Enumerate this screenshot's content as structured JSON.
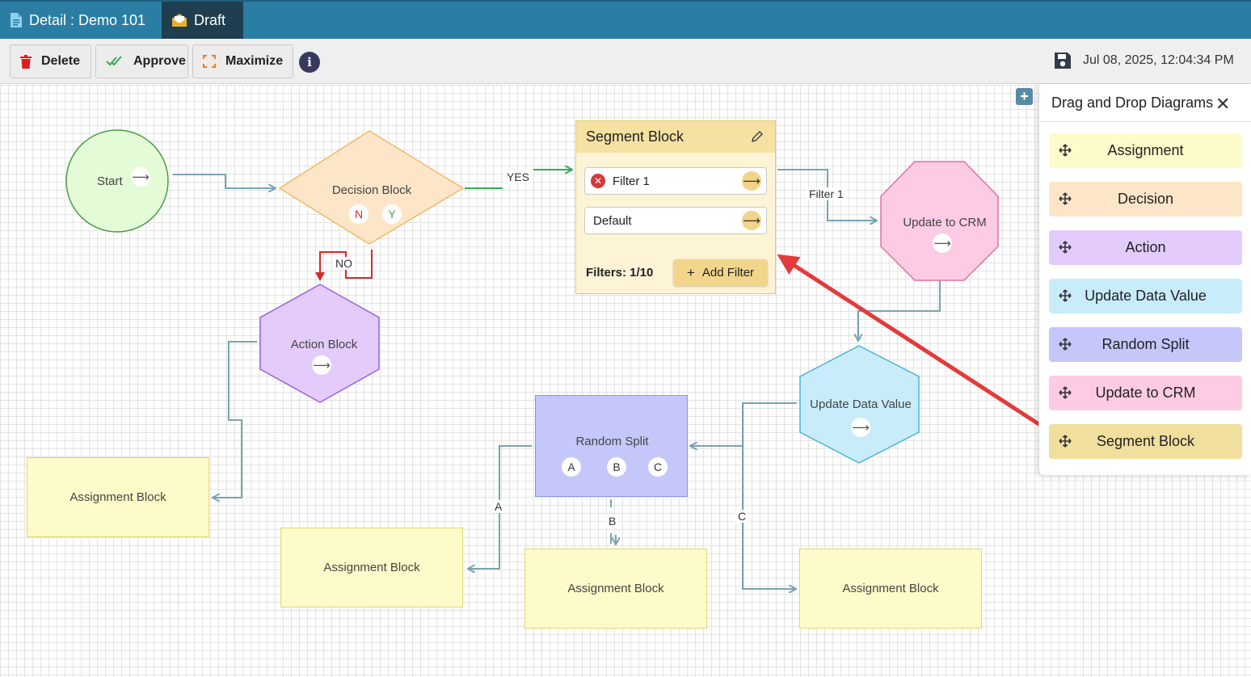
{
  "tabs": {
    "detail": "Detail : Demo 101",
    "draft": "Draft"
  },
  "toolbar": {
    "delete_label": "Delete",
    "approve_label": "Approve",
    "maximize_label": "Maximize",
    "info_label": "i",
    "timestamp": "Jul 08, 2025, 12:04:34 PM"
  },
  "diagram": {
    "start": {
      "label": "Start",
      "arrow": "⟶"
    },
    "decision": {
      "label": "Decision Block",
      "port_no": "N",
      "port_yes": "Y"
    },
    "action": {
      "label": "Action Block",
      "arrow": "⟶"
    },
    "update_crm": {
      "label": "Update to CRM",
      "arrow": "⟶"
    },
    "update_data": {
      "label": "Update Data Value",
      "arrow": "⟶"
    },
    "random_split": {
      "label": "Random Split",
      "ports": [
        "A",
        "B",
        "C"
      ]
    },
    "assignments": [
      "Assignment Block",
      "Assignment Block",
      "Assignment Block",
      "Assignment Block"
    ],
    "edge_labels": {
      "yes": "YES",
      "no": "NO",
      "filter1": "Filter 1",
      "a": "A",
      "b": "B",
      "c": "C"
    },
    "segment": {
      "title": "Segment Block",
      "rows": [
        {
          "label": "Filter 1",
          "arrow": "⟶"
        },
        {
          "label": "Default",
          "arrow": "⟶"
        }
      ],
      "filters_count": "Filters: 1/10",
      "add_filter_label": "Add Filter"
    }
  },
  "palette": {
    "title": "Drag and Drop Diagrams",
    "toggle": "+",
    "items": [
      {
        "label": "Assignment",
        "color": "#fdfbc9"
      },
      {
        "label": "Decision",
        "color": "#fde6c8"
      },
      {
        "label": "Action",
        "color": "#e3cbfb"
      },
      {
        "label": "Update Data Value",
        "color": "#c9ecfb"
      },
      {
        "label": "Random Split",
        "color": "#c5c7fb"
      },
      {
        "label": "Update to CRM",
        "color": "#fdcbe3"
      },
      {
        "label": "Segment Block",
        "color": "#f1df9e"
      }
    ]
  },
  "colors": {
    "topbar": "#2a7ea3",
    "edge": "#7aa3b0",
    "yes_edge": "#3aa65a",
    "no_edge": "#d62828",
    "pointer_arrow": "#e23b3b"
  }
}
